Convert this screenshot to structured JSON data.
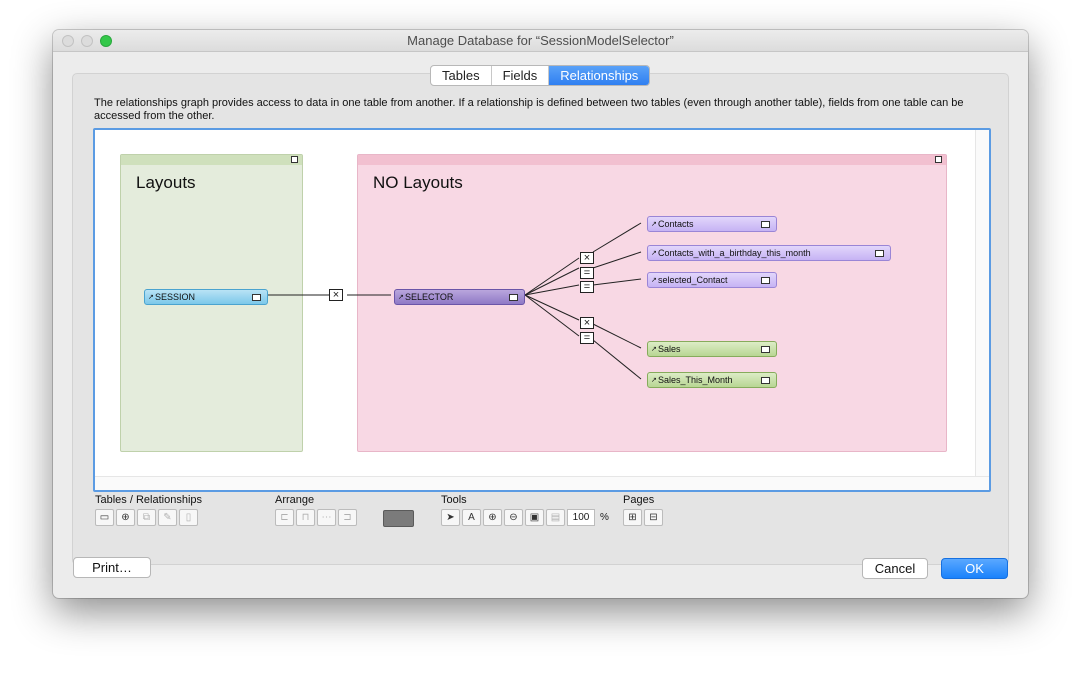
{
  "window": {
    "title": "Manage Database for “SessionModelSelector”"
  },
  "tabs": [
    {
      "label": "Tables",
      "active": false
    },
    {
      "label": "Fields",
      "active": false
    },
    {
      "label": "Relationships",
      "active": true
    }
  ],
  "description": "The relationships graph provides access to data in one table from another. If a relationship is defined between two tables (even through another table), fields from one table can be accessed from the other.",
  "graph": {
    "groups": [
      {
        "title": "Layouts",
        "color": "#e4ecdc"
      },
      {
        "title": "NO Layouts",
        "color": "#f8d8e4"
      }
    ],
    "tables": {
      "session": "SESSION",
      "selector": "SELECTOR",
      "contacts": "Contacts",
      "contacts_bday": "Contacts_with_a_birthday_this_month",
      "selected_contact": "selected_Contact",
      "sales": "Sales",
      "sales_month": "Sales_This_Month"
    },
    "relationship_symbols": [
      "×",
      "=",
      "="
    ]
  },
  "toolbar": {
    "sections": {
      "tables_relationships": "Tables / Relationships",
      "arrange": "Arrange",
      "tools": "Tools",
      "pages": "Pages"
    },
    "zoom": "100",
    "zoom_unit": "%"
  },
  "buttons": {
    "print": "Print…",
    "cancel": "Cancel",
    "ok": "OK"
  },
  "colors": {
    "accent": "#2f7ff1",
    "ok": "#1a82fb"
  }
}
